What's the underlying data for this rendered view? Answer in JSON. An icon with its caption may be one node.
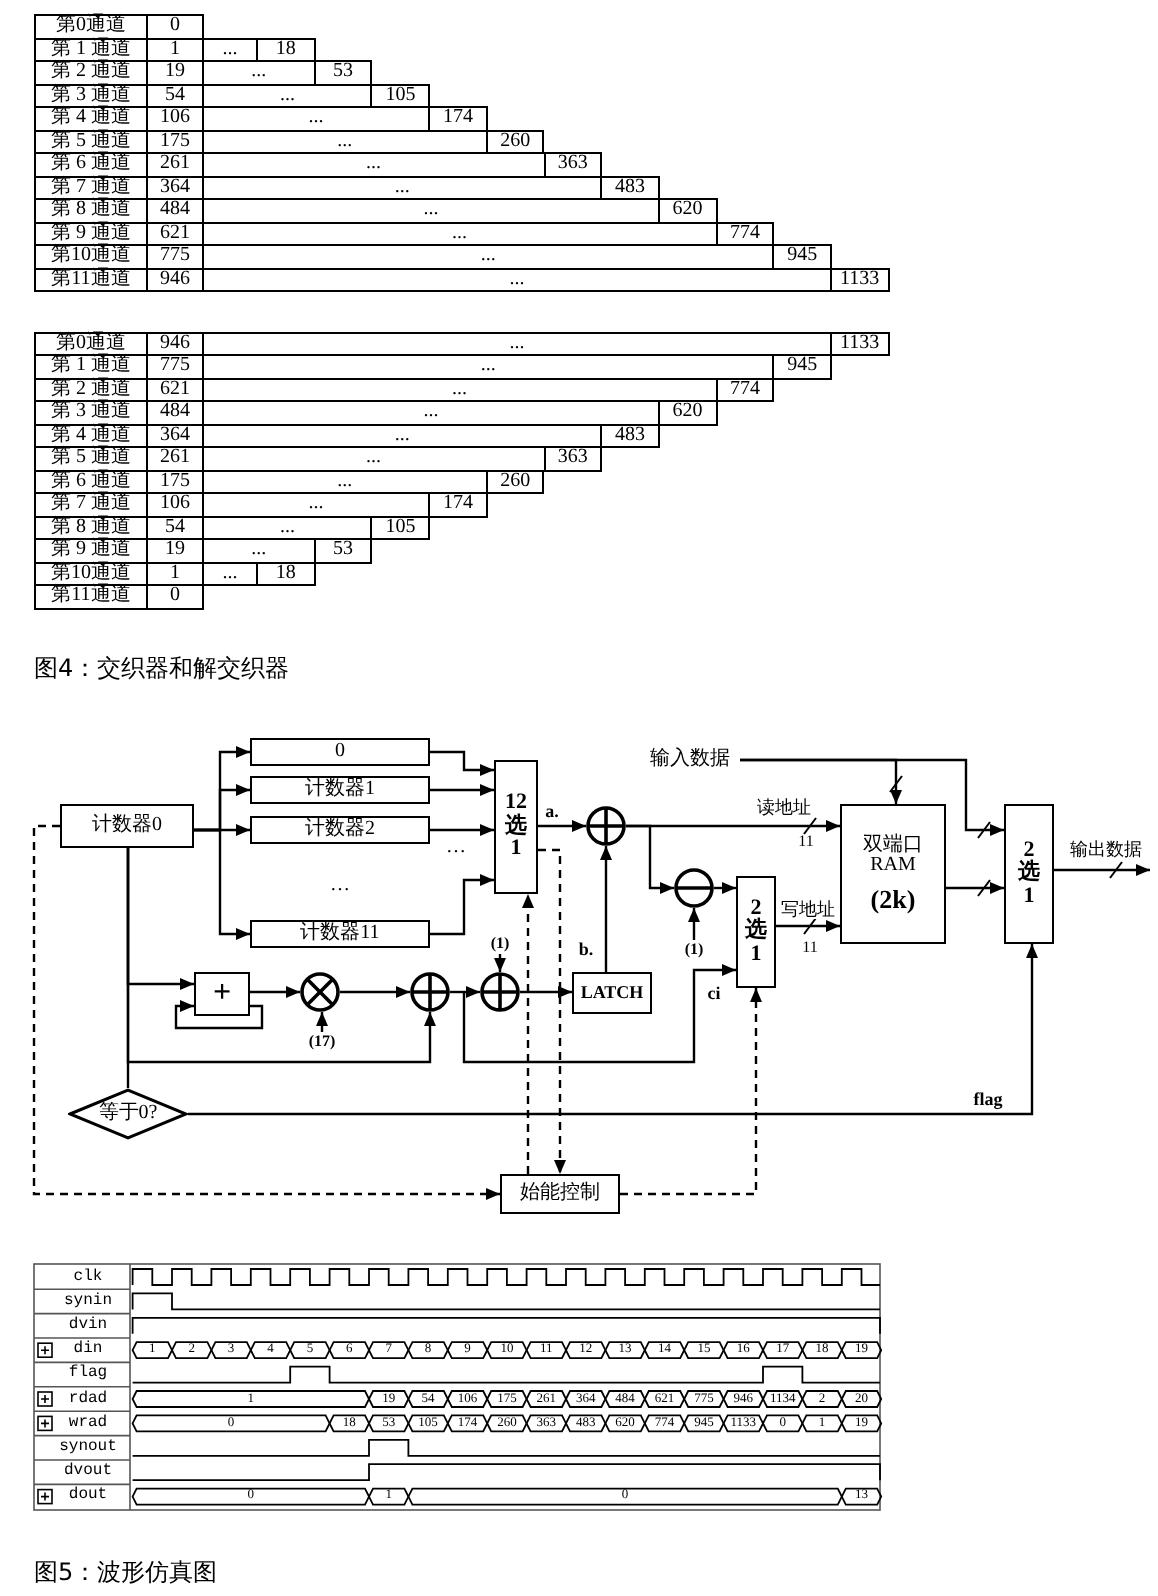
{
  "diagram": {
    "nodes": [
      {
        "text": [
          "计数器0"
        ]
      },
      {
        "text": [
          "0"
        ]
      },
      {
        "text": [
          "计数器1"
        ]
      },
      {
        "text": [
          "计数器2"
        ]
      },
      {
        "text": [
          "计数器11"
        ]
      },
      {
        "text": [
          "12 选 1"
        ]
      },
      {
        "text": [],
        "shape": "circle"
      },
      {
        "text": [
          "LATCH"
        ]
      },
      {
        "text": [],
        "shape": "circle"
      },
      {
        "text": [
          "2 选 1"
        ]
      },
      {
        "text": [
          "双端口 RAM",
          "(2k)"
        ]
      },
      {
        "text": [
          "2 选 1"
        ]
      },
      {
        "text": [
          "+"
        ]
      },
      {
        "text": [],
        "shape": "circle"
      },
      {
        "text": [],
        "shape": "circle"
      },
      {
        "text": [],
        "shape": "circle"
      },
      {
        "text": [
          "等于0?"
        ]
      },
      {
        "text": [
          "始能控制"
        ]
      },
      {
        "text": [
          "(1)"
        ]
      },
      {
        "text": [
          "(17)"
        ]
      },
      {
        "text": [
          "(1)"
        ]
      },
      {
        "text": [
          "输入数据"
        ]
      }
    ],
    "edges": [
      {
        "from": 0,
        "to": 1,
        "arrow": "to"
      },
      {
        "from": 0,
        "to": 2,
        "arrow": "to"
      },
      {
        "from": 0,
        "to": 3,
        "arrow": "to"
      },
      {
        "from": 0,
        "to": 4,
        "arrow": "to"
      },
      {
        "from": 1,
        "to": 5,
        "arrow": "to"
      },
      {
        "from": 2,
        "to": 5,
        "arrow": "to"
      },
      {
        "from": 3,
        "to": 5,
        "arrow": "to"
      },
      {
        "from": 4,
        "to": 5,
        "arrow": "to"
      },
      {
        "from": 5,
        "to": 6,
        "arrow": "to",
        "label": "a."
      },
      {
        "from": 7,
        "to": 6,
        "arrow": "to",
        "label": "b."
      },
      {
        "from": 6,
        "to": 10,
        "arrow": "to",
        "label": "读地址"
      },
      {
        "from": 6,
        "to": 8,
        "arrow": "to"
      },
      {
        "from": 8,
        "to": 9,
        "arrow": "to"
      },
      {
        "from": 9,
        "to": 10,
        "arrow": "to",
        "label": "写地址"
      },
      {
        "from": 21,
        "to": 10,
        "arrow": "to"
      },
      {
        "from": 21,
        "to": 11,
        "arrow": "to"
      },
      {
        "from": 10,
        "to": 11,
        "arrow": "to"
      },
      {
        "from": 11,
        "to": null,
        "arrow": "to",
        "label": "输出数据"
      },
      {
        "from": 0,
        "to": 12,
        "arrow": "to"
      },
      {
        "from": 12,
        "to": 12,
        "arrow": "to"
      },
      {
        "from": 12,
        "to": 13,
        "arrow": "to"
      },
      {
        "from": 19,
        "to": 13,
        "arrow": "to"
      },
      {
        "from": 13,
        "to": 14,
        "arrow": "to"
      },
      {
        "from": 0,
        "to": 14,
        "arrow": "to"
      },
      {
        "from": 14,
        "to": 15,
        "arrow": "to"
      },
      {
        "from": 18,
        "to": 15,
        "arrow": "to"
      },
      {
        "from": 15,
        "to": 7,
        "arrow": "to"
      },
      {
        "from": 14,
        "to": 9,
        "arrow": "to",
        "label": "ci"
      },
      {
        "from": 20,
        "to": 8,
        "arrow": "to"
      },
      {
        "from": 0,
        "to": 16,
        "arrow": "none"
      },
      {
        "from": 16,
        "to": 11,
        "arrow": "to",
        "label": "flag"
      },
      {
        "from": 0,
        "to": 17,
        "arrow": "to",
        "style": "dashed"
      },
      {
        "from": 17,
        "to": 5,
        "arrow": "to",
        "style": "dashed"
      },
      {
        "from": 5,
        "to": 17,
        "arrow": "to",
        "style": "dashed"
      },
      {
        "from": 17,
        "to": 9,
        "arrow": "to",
        "style": "dashed"
      }
    ],
    "labels": [
      "第0通道",
      "0",
      "第 1 通道",
      "1",
      "...",
      "18",
      "第 2 通道",
      "19",
      "...",
      "53",
      "第 3 通道",
      "54",
      "...",
      "105",
      "第 4 通道",
      "106",
      "...",
      "174",
      "第 5 通道",
      "175",
      "...",
      "260",
      "第 6 通道",
      "261",
      "...",
      "363",
      "第 7 通道",
      "364",
      "...",
      "483",
      "第 8 通道",
      "484",
      "...",
      "620",
      "第 9 通道",
      "621",
      "...",
      "774",
      "第10通道",
      "775",
      "...",
      "945",
      "第11通道",
      "946",
      "...",
      "1133",
      "第0通道",
      "946",
      "...",
      "1133",
      "第 1 通道",
      "775",
      "...",
      "945",
      "第 2 通道",
      "621",
      "...",
      "774",
      "第 3 通道",
      "484",
      "...",
      "620",
      "第 4 通道",
      "364",
      "...",
      "483",
      "第 5 通道",
      "261",
      "...",
      "363",
      "第 6 通道",
      "175",
      "...",
      "260",
      "第 7 通道",
      "106",
      "...",
      "174",
      "第 8 通道",
      "54",
      "...",
      "105",
      "第 9 通道",
      "19",
      "...",
      "53",
      "第10通道",
      "1",
      "...",
      "18",
      "第11通道",
      "0",
      "图4：交织器和解交织器",
      "…",
      "…",
      "11",
      "11",
      "clk",
      "synin",
      "dvin",
      "din",
      "1",
      "2",
      "3",
      "4",
      "5",
      "6",
      "7",
      "8",
      "9",
      "10",
      "11",
      "12",
      "13",
      "14",
      "15",
      "16",
      "17",
      "18",
      "19",
      "flag",
      "rdad",
      "1",
      "19",
      "54",
      "106",
      "175",
      "261",
      "364",
      "484",
      "621",
      "775",
      "946",
      "1134",
      "2",
      "20",
      "wrad",
      "0",
      "18",
      "53",
      "105",
      "174",
      "260",
      "363",
      "483",
      "620",
      "774",
      "945",
      "1133",
      "0",
      "1",
      "19",
      "synout",
      "dvout",
      "dout",
      "0",
      "1",
      "0",
      "13",
      "图5：波形仿真图"
    ]
  }
}
